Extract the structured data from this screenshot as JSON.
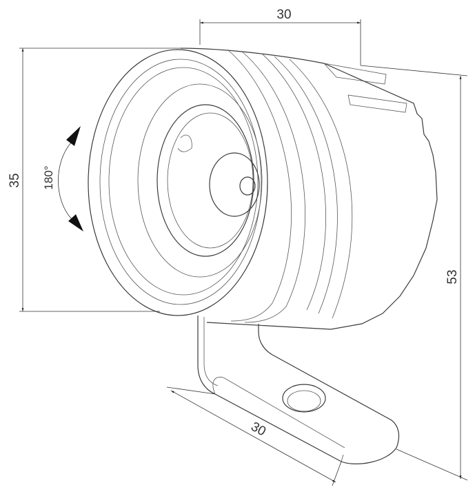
{
  "drawing": {
    "dimensions": {
      "top_width": "30",
      "front_height": "35",
      "rotation_angle": "180°",
      "total_height": "53",
      "bracket_length": "30"
    }
  }
}
